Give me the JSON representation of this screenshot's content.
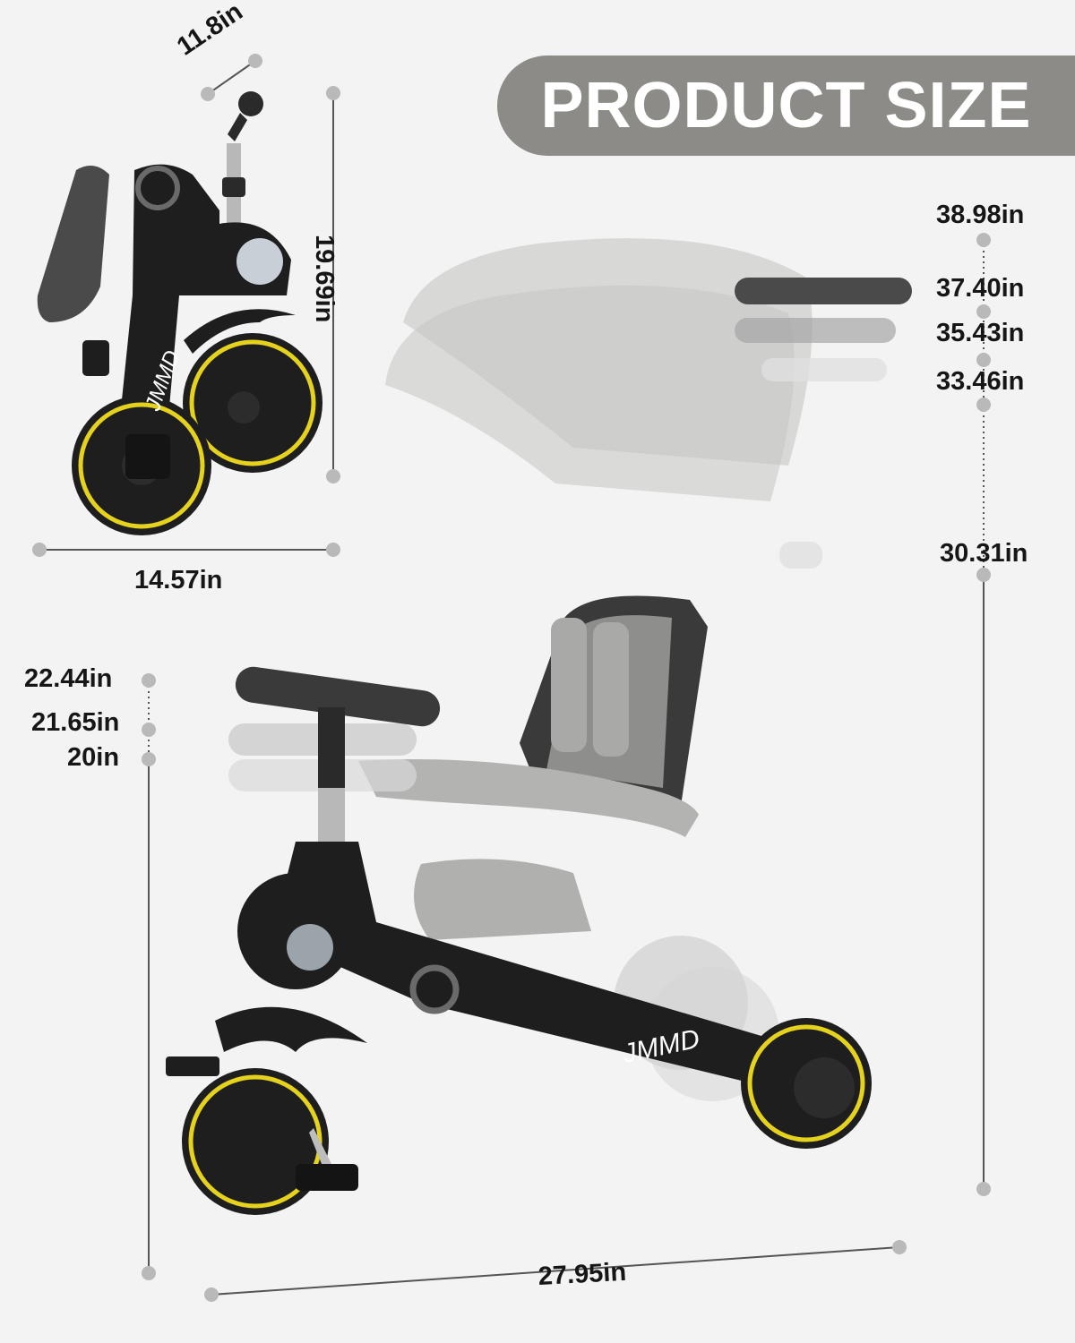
{
  "banner": {
    "title": "PRODUCT SIZE"
  },
  "brand": {
    "logo_text": "JMMD"
  },
  "colors": {
    "background": "#f3f3f3",
    "banner": "#8c8b87",
    "frame": "#1c1c1c",
    "canopy": "#a9a9a7",
    "wheel_rim": "#e5d21f",
    "dimension_line": "#555555",
    "dimension_dot": "#b9b9b9"
  },
  "folded": {
    "depth": "11.8in",
    "height": "19.69in",
    "width": "14.57in"
  },
  "push_handle_heights": [
    "38.98in",
    "37.40in",
    "35.43in",
    "33.46in"
  ],
  "canopy_height": "30.31in",
  "handlebar_heights": [
    "22.44in",
    "21.65in",
    "20in"
  ],
  "overall_length": "27.95in"
}
